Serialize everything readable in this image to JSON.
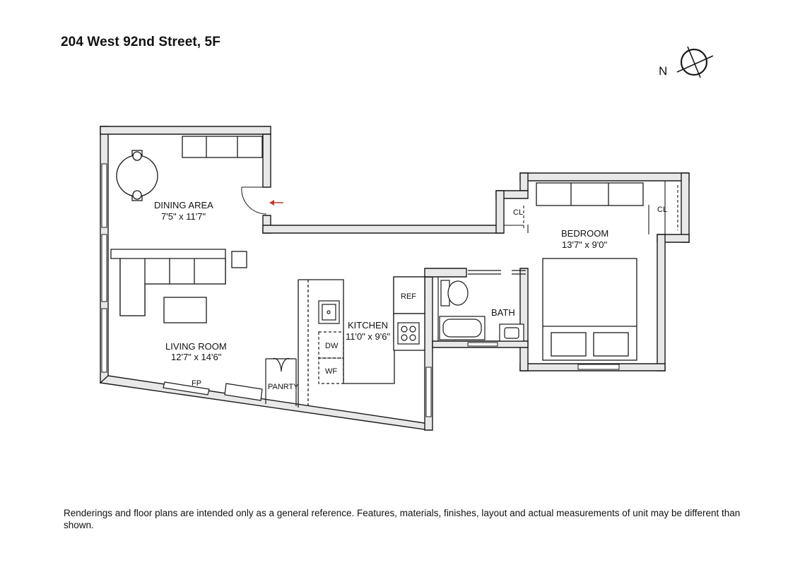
{
  "header": {
    "title": "204 West 92nd Street, 5F"
  },
  "compass": {
    "north_label": "N"
  },
  "rooms": {
    "dining": {
      "name": "DINING AREA",
      "dims": "7'5\" x 11'7\""
    },
    "living": {
      "name": "LIVING ROOM",
      "dims": "12'7\" x 14'6\""
    },
    "kitchen": {
      "name": "KITCHEN",
      "dims": "11'0\" x 9'6\""
    },
    "bedroom": {
      "name": "BEDROOM",
      "dims": "13'7\" x 9'0\""
    },
    "bath": {
      "name": "BATH"
    }
  },
  "fixtures": {
    "closet_left": "CL",
    "closet_right": "CL",
    "refrigerator": "REF",
    "dishwasher": "DW",
    "washer": "WF",
    "pantry": "PANRTY",
    "fireplace": "FP"
  },
  "colors": {
    "wall": "#e8e8e8",
    "line": "#1a1a1a",
    "entry_arrow": "#c0392b"
  },
  "footer": {
    "disclaimer": "Renderings and floor plans are intended only as a general reference. Features, materials, finishes, layout and actual measurements of unit may be different than shown."
  }
}
